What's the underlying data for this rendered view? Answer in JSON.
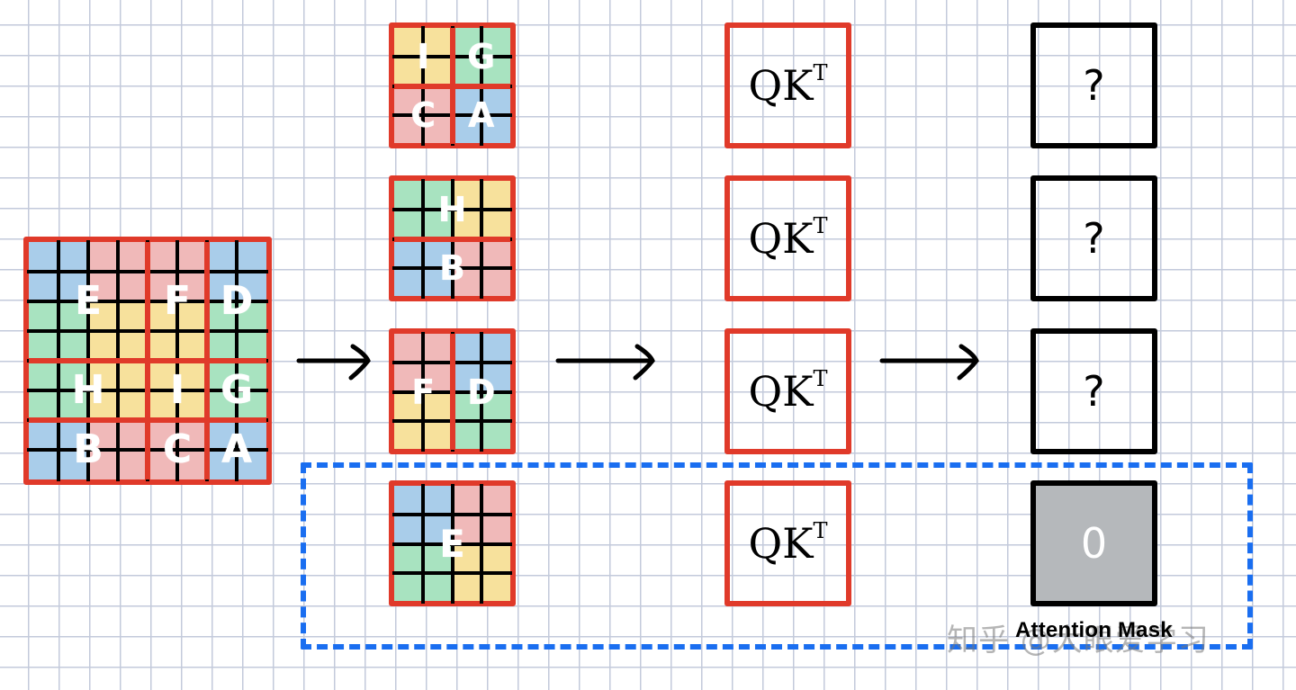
{
  "colors": {
    "blue": "#a9cdea",
    "pink": "#f0b9b9",
    "green": "#a8e3c0",
    "yellow": "#f7e19c",
    "red_border": "#e03a2a",
    "black_border": "#000000",
    "mask_gray": "#b5b8bb",
    "dashed_blue": "#1a6ef0",
    "paper_grid": "#c3cadb"
  },
  "input_feature_map": {
    "grid_size": 8,
    "cells": [
      [
        "blue",
        "blue",
        "pink",
        "pink",
        "pink",
        "pink",
        "blue",
        "blue"
      ],
      [
        "blue",
        "blue",
        "pink",
        "pink",
        "pink",
        "pink",
        "blue",
        "blue"
      ],
      [
        "green",
        "green",
        "yellow",
        "yellow",
        "yellow",
        "yellow",
        "green",
        "green"
      ],
      [
        "green",
        "green",
        "yellow",
        "yellow",
        "yellow",
        "yellow",
        "green",
        "green"
      ],
      [
        "green",
        "green",
        "yellow",
        "yellow",
        "yellow",
        "yellow",
        "green",
        "green"
      ],
      [
        "green",
        "green",
        "yellow",
        "yellow",
        "yellow",
        "yellow",
        "green",
        "green"
      ],
      [
        "blue",
        "blue",
        "pink",
        "pink",
        "pink",
        "pink",
        "blue",
        "blue"
      ],
      [
        "blue",
        "blue",
        "pink",
        "pink",
        "pink",
        "pink",
        "blue",
        "blue"
      ]
    ],
    "region_labels": [
      {
        "label": "E",
        "row": 2,
        "col": 2
      },
      {
        "label": "F",
        "row": 2,
        "col": 5
      },
      {
        "label": "D",
        "row": 2,
        "col": 7
      },
      {
        "label": "H",
        "row": 5,
        "col": 2
      },
      {
        "label": "I",
        "row": 5,
        "col": 5
      },
      {
        "label": "G",
        "row": 5,
        "col": 7
      },
      {
        "label": "B",
        "row": 7,
        "col": 2
      },
      {
        "label": "C",
        "row": 7,
        "col": 5
      },
      {
        "label": "A",
        "row": 7,
        "col": 7
      }
    ]
  },
  "windows": [
    {
      "name": "window-1",
      "cells": [
        [
          "yellow",
          "yellow",
          "green",
          "green"
        ],
        [
          "yellow",
          "yellow",
          "green",
          "green"
        ],
        [
          "pink",
          "pink",
          "blue",
          "blue"
        ],
        [
          "pink",
          "pink",
          "blue",
          "blue"
        ]
      ],
      "labels": [
        {
          "text": "I",
          "row": 1,
          "col": 1
        },
        {
          "text": "G",
          "row": 1,
          "col": 3
        },
        {
          "text": "C",
          "row": 3,
          "col": 1
        },
        {
          "text": "A",
          "row": 3,
          "col": 3
        }
      ]
    },
    {
      "name": "window-2",
      "cells": [
        [
          "green",
          "green",
          "yellow",
          "yellow"
        ],
        [
          "green",
          "green",
          "yellow",
          "yellow"
        ],
        [
          "blue",
          "blue",
          "pink",
          "pink"
        ],
        [
          "blue",
          "blue",
          "pink",
          "pink"
        ]
      ],
      "labels": [
        {
          "text": "H",
          "row": 1,
          "col": 2
        },
        {
          "text": "B",
          "row": 3,
          "col": 2
        }
      ]
    },
    {
      "name": "window-3",
      "cells": [
        [
          "pink",
          "pink",
          "blue",
          "blue"
        ],
        [
          "pink",
          "pink",
          "blue",
          "blue"
        ],
        [
          "yellow",
          "yellow",
          "green",
          "green"
        ],
        [
          "yellow",
          "yellow",
          "green",
          "green"
        ]
      ],
      "labels": [
        {
          "text": "F",
          "row": 2,
          "col": 1
        },
        {
          "text": "D",
          "row": 2,
          "col": 3
        }
      ]
    },
    {
      "name": "window-4",
      "cells": [
        [
          "blue",
          "blue",
          "pink",
          "pink"
        ],
        [
          "blue",
          "blue",
          "pink",
          "pink"
        ],
        [
          "green",
          "green",
          "yellow",
          "yellow"
        ],
        [
          "green",
          "green",
          "yellow",
          "yellow"
        ]
      ],
      "labels": [
        {
          "text": "E",
          "row": 2,
          "col": 2
        }
      ]
    }
  ],
  "qk_boxes": [
    {
      "text": "QK",
      "superscript": "T"
    },
    {
      "text": "QK",
      "superscript": "T"
    },
    {
      "text": "QK",
      "superscript": "T"
    },
    {
      "text": "QK",
      "superscript": "T"
    }
  ],
  "mask_boxes": [
    {
      "text": "?",
      "filled": false
    },
    {
      "text": "?",
      "filled": false
    },
    {
      "text": "?",
      "filled": false
    },
    {
      "text": "0",
      "filled": true
    }
  ],
  "mask_label": "Attention Mask",
  "watermark": "知乎 @大眼爱学习"
}
